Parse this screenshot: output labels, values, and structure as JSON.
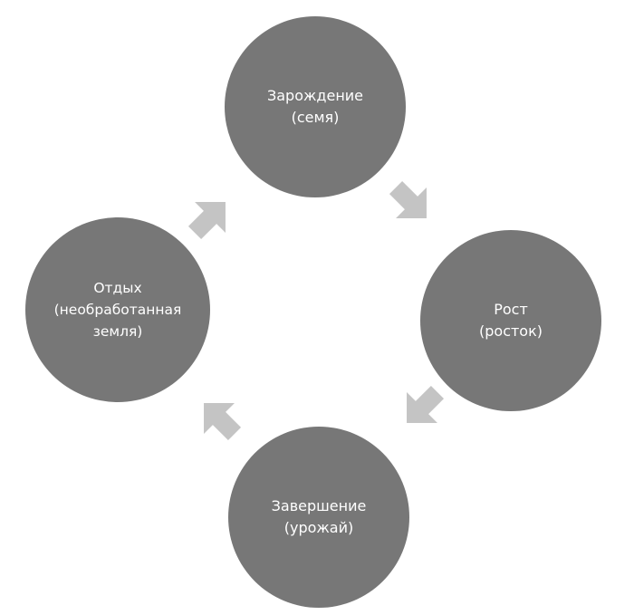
{
  "colors": {
    "node_fill": "#777777",
    "node_text": "#ffffff",
    "arrow_fill": "#c4c4c4",
    "background": "#ffffff"
  },
  "nodes": [
    {
      "id": "top",
      "label": "Зарождение\n(семя)"
    },
    {
      "id": "right",
      "label": "Рост\n(росток)"
    },
    {
      "id": "bottom",
      "label": "Завершение\n(урожай)"
    },
    {
      "id": "left",
      "label": "Отдых\n(необработанная\nземля)"
    }
  ],
  "arrows": [
    {
      "from": "top",
      "to": "right",
      "direction": "down-right"
    },
    {
      "from": "right",
      "to": "bottom",
      "direction": "down-left"
    },
    {
      "from": "bottom",
      "to": "left",
      "direction": "up-left"
    },
    {
      "from": "left",
      "to": "top",
      "direction": "up-right"
    }
  ]
}
